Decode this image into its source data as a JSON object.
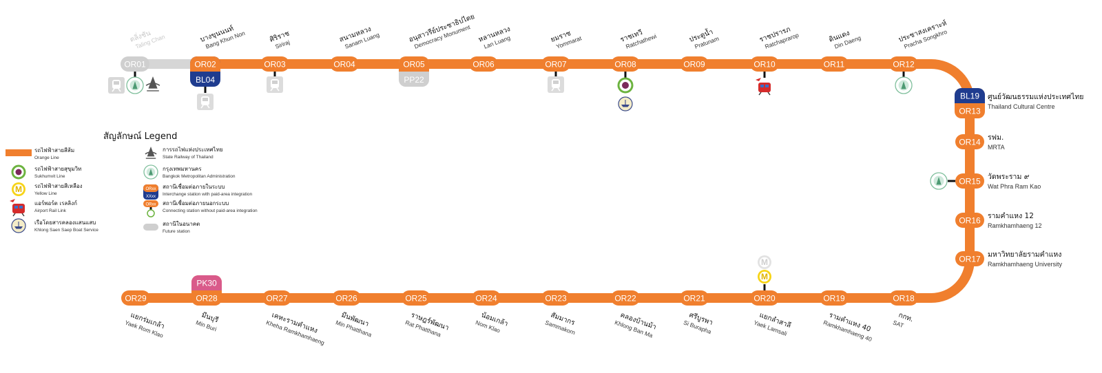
{
  "colors": {
    "orange": "#f07f2e",
    "future": "#d6d6d6",
    "blue": "#1f3c8f",
    "pink": "#d95a8a",
    "future_pill": "#cfcfcf",
    "green_ring": "#6cb33f",
    "yellow": "#f7d417",
    "airport_red": "#d52b2b"
  },
  "top_stations": [
    {
      "code": "OR01",
      "th": "ตลิ่งชัน",
      "en": "Taling Chan",
      "future": true,
      "icons": [
        "train-icon",
        "bma-logo-icon",
        "srt-logo-icon"
      ]
    },
    {
      "code": "OR02",
      "th": "บางขุนนนท์",
      "en": "Bang Khun Non",
      "future": false,
      "interchange": {
        "code": "BL04",
        "color": "blue"
      },
      "icons": [
        "train-icon"
      ]
    },
    {
      "code": "OR03",
      "th": "ศิริราช",
      "en": "Siriraj",
      "future": false,
      "icons": [
        "train-icon"
      ]
    },
    {
      "code": "OR04",
      "th": "สนามหลวง",
      "en": "Sanam Luang",
      "future": false
    },
    {
      "code": "OR05",
      "th": "อนุสาวรีย์ประชาธิปไตย",
      "en": "Democracy Monument",
      "future": false,
      "interchange": {
        "code": "PP22",
        "color": "future_pill"
      }
    },
    {
      "code": "OR06",
      "th": "หลานหลวง",
      "en": "Lan Luang",
      "future": false
    },
    {
      "code": "OR07",
      "th": "ยมราช",
      "en": "Yommarat",
      "future": false,
      "icons": [
        "train-icon"
      ]
    },
    {
      "code": "OR08",
      "th": "ราชเทวี",
      "en": "Ratchathewi",
      "future": false,
      "icons": [
        "sukhumvit-line-icon",
        "boat-icon"
      ]
    },
    {
      "code": "OR09",
      "th": "ประตูน้ำ",
      "en": "Pratunam",
      "future": false
    },
    {
      "code": "OR10",
      "th": "ราชปรารภ",
      "en": "Ratchaprarop",
      "future": false,
      "icons": [
        "airport-rail-link-icon"
      ]
    },
    {
      "code": "OR11",
      "th": "ดินแดง",
      "en": "Din Daeng",
      "future": false
    },
    {
      "code": "OR12",
      "th": "ประชาสงเคราะห์",
      "en": "Pracha Songkhro",
      "future": false,
      "icons": [
        "bma-logo-icon"
      ]
    }
  ],
  "right_stations": [
    {
      "code": "OR13",
      "th": "ศูนย์วัฒนธรรมแห่งประเทศไทย",
      "en": "Thailand Cultural Centre",
      "interchange": {
        "code": "BL19",
        "color": "blue"
      }
    },
    {
      "code": "OR14",
      "th": "รฟม.",
      "en": "MRTA"
    },
    {
      "code": "OR15",
      "th": "วัดพระราม ๙",
      "en": "Wat Phra Ram Kao",
      "icons": [
        "bma-logo-icon"
      ]
    },
    {
      "code": "OR16",
      "th": "รามคำแหง 12",
      "en": "Ramkhamhaeng 12"
    },
    {
      "code": "OR17",
      "th": "มหาวิทยาลัยรามคำแหง",
      "en": "Ramkhamhaeng University"
    }
  ],
  "bottom_stations": [
    {
      "code": "OR29",
      "th": "แยกร่มเกล้า",
      "en": "Yaek Rom Klao"
    },
    {
      "code": "OR28",
      "th": "มีนบุรี",
      "en": "Min Buri",
      "interchange": {
        "code": "PK30",
        "color": "pink"
      }
    },
    {
      "code": "OR27",
      "th": "เคหะรามคำแหง",
      "en": "Kheha Ramkhamhaeng"
    },
    {
      "code": "OR26",
      "th": "มีนพัฒนา",
      "en": "Min Phatthana"
    },
    {
      "code": "OR25",
      "th": "ราษฎร์พัฒนา",
      "en": "Rat Phatthana"
    },
    {
      "code": "OR24",
      "th": "น้อมเกล้า",
      "en": "Nom Klao"
    },
    {
      "code": "OR23",
      "th": "สัมมากร",
      "en": "Sammakorn"
    },
    {
      "code": "OR22",
      "th": "คลองบ้านม้า",
      "en": "Khlong Ban Ma"
    },
    {
      "code": "OR21",
      "th": "ศรีบูรพา",
      "en": "Si Burapha"
    },
    {
      "code": "OR20",
      "th": "แยกลำสาลี",
      "en": "Yaek Lamsali",
      "icons": [
        "yellow-line-icon",
        "yellow-line-future-icon"
      ]
    },
    {
      "code": "OR19",
      "th": "รามคำแหง 40",
      "en": "Ramkhamhaeng 40"
    },
    {
      "code": "OR18",
      "th": "กกท.",
      "en": "SAT"
    }
  ],
  "legend": {
    "title": "สัญลักษณ์ Legend",
    "left_items": [
      {
        "th": "รถไฟฟ้าสายสีส้ม",
        "en": "Orange Line",
        "icon": "orange-line-swatch"
      },
      {
        "th": "รถไฟฟ้าสายสุขุมวิท",
        "en": "Sukhumvit Line",
        "icon": "sukhumvit-line-icon"
      },
      {
        "th": "รถไฟฟ้าสายสีเหลือง",
        "en": "Yellow Line",
        "icon": "yellow-line-icon"
      },
      {
        "th": "แอร์พอร์ต เรลลิงก์",
        "en": "Airport Rail Link",
        "icon": "airport-rail-link-icon"
      },
      {
        "th": "เรือโดยสารคลองแสนแสบ",
        "en": "Khlong Saen Saep Boat Service",
        "icon": "boat-icon"
      }
    ],
    "right_items": [
      {
        "th": "การรถไฟแห่งประเทศไทย",
        "en": "State Railway of Thailand",
        "icon": "srt-logo-icon"
      },
      {
        "th": "กรุงเทพมหานคร",
        "en": "Bangkok Metropolitan Administration",
        "icon": "bma-logo-icon"
      },
      {
        "th": "สถานีเชื่อมต่อภายในระบบ",
        "en": "Interchange station with paid-area integration",
        "icon": "interchange-pill-icon",
        "pill_top": "ORxx",
        "pill_bottom": "XXxx"
      },
      {
        "th": "สถานีเชื่อมต่อภายนอกระบบ",
        "en": "Connecting station without paid-area integration",
        "icon": "connecting-pill-icon",
        "pill_top": "ORxx"
      },
      {
        "th": "สถานีในอนาคต",
        "en": "Future station",
        "icon": "future-pill-icon"
      }
    ]
  }
}
